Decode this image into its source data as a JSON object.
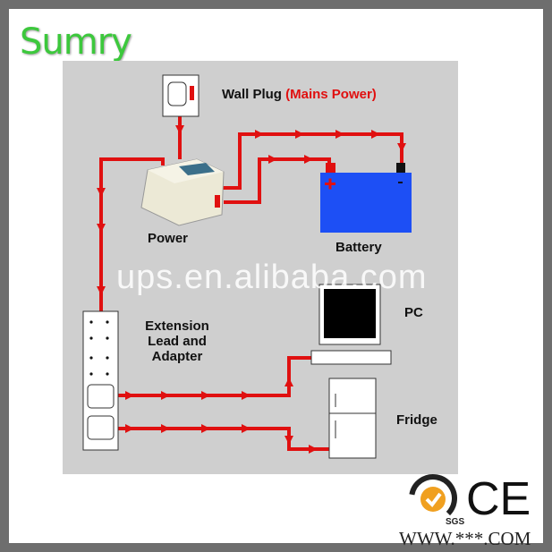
{
  "logo": "Sumry",
  "labels": {
    "wall_plug": "Wall Plug",
    "mains_power": "(Mains Power)",
    "battery": "Battery",
    "power": "Power",
    "pc": "PC",
    "extension": [
      "Extension",
      "Lead and",
      "Adapter"
    ],
    "fridge": "Fridge"
  },
  "watermark": "ups.en.alibaba.com",
  "certification": {
    "sgs": "SGS",
    "ce": "CE",
    "website": "WWW.***.COM"
  },
  "colors": {
    "wire": "#e01010",
    "battery": "#1d4ff5",
    "panel": "#cfcfcf",
    "logo": "#3cc83c"
  }
}
